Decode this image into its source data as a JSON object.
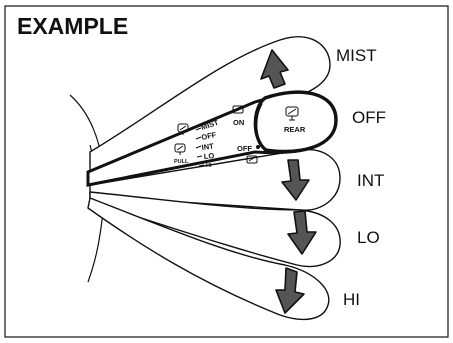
{
  "title": "EXAMPLE",
  "positions": {
    "mist": "MIST",
    "off": "OFF",
    "int": "INT",
    "lo": "LO",
    "hi": "HI"
  },
  "lever_markings": {
    "mist": "MIST",
    "off": "OFF",
    "int": "INT",
    "lo": "LO",
    "hi": "HI",
    "pull": "PULL",
    "rear_on": "ON",
    "rear_off": "OFF",
    "rear": "REAR"
  },
  "colors": {
    "line": "#111111",
    "arrow_fill": "#555555",
    "background": "#ffffff"
  },
  "icons": [
    "front-wiper-icon",
    "washer-icon",
    "rear-wiper-icon",
    "rear-washer-icon",
    "arrow-up-icon",
    "arrow-down-icon"
  ]
}
